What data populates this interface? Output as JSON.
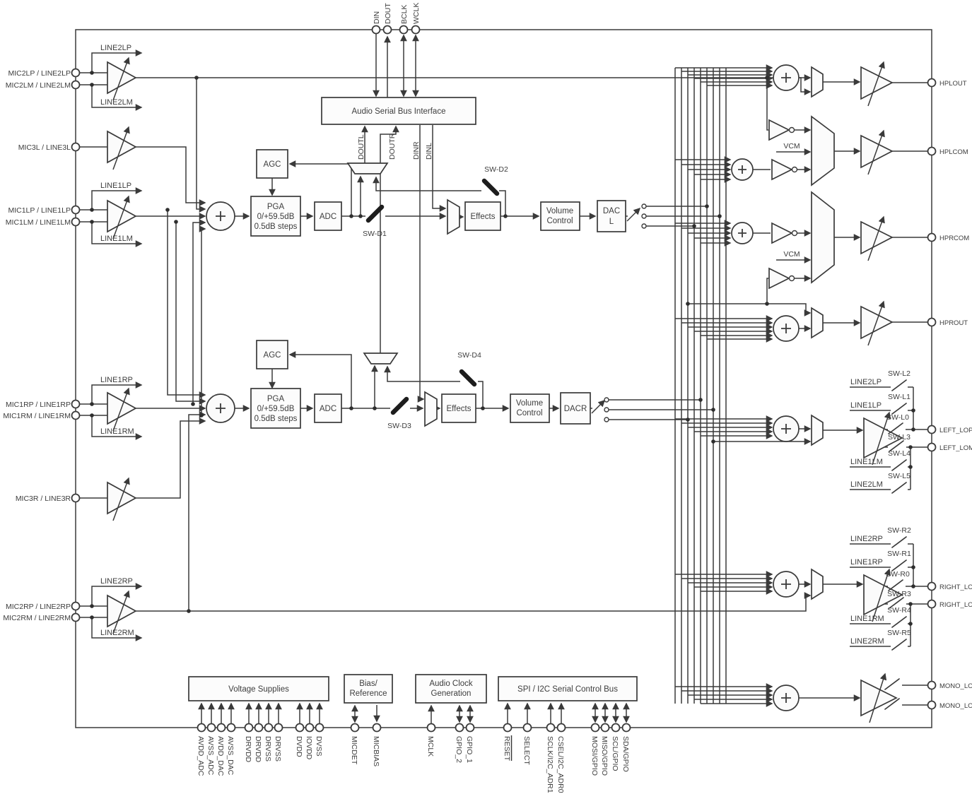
{
  "pins": {
    "top": [
      "DIN",
      "DOUT",
      "BCLK",
      "WCLK"
    ],
    "left": [
      "MIC2LP / LINE2LP",
      "MIC2LM / LINE2LM",
      "MIC3L / LINE3L",
      "MIC1LP / LINE1LP",
      "MIC1LM / LINE1LM",
      "MIC1RP / LINE1RP",
      "MIC1RM / LINE1RM",
      "MIC3R / LINE3R",
      "MIC2RP / LINE2RP",
      "MIC2RM / LINE2RM"
    ],
    "right": [
      "HPLOUT",
      "HPLCOM",
      "HPRCOM",
      "HPROUT",
      "LEFT_LOP",
      "LEFT_LOM",
      "RIGHT_LOP",
      "RIGHT_LOM",
      "MONO_LOP",
      "MONO_LOM"
    ],
    "bottom_supply": [
      "AVDD_ADC",
      "AVSS_ADC",
      "AVDD_DAC",
      "AVSS_DAC",
      "DRVDD",
      "DRVDD",
      "DRVSS",
      "DRVSS",
      "DVDD",
      "IOVDD",
      "DVSS"
    ],
    "bottom_bias": [
      "MICDET",
      "MICBIAS"
    ],
    "bottom_clock": [
      "MCLK",
      "GPIO_2",
      "GPIO_1"
    ],
    "bottom_spi": [
      "RESET",
      "SELECT",
      "SCLK/I2C_ADR1",
      "CSEL/I2C_ADR0",
      "MOSI/GPIO",
      "MISO/GPIO",
      "SCL/GPIO",
      "SDA/GPIO"
    ]
  },
  "blocks": {
    "asbi": "Audio Serial Bus Interface",
    "agc": "AGC",
    "pga_line1": "PGA",
    "pga_line2": "0/+59.5dB",
    "pga_line3": "0.5dB steps",
    "adc": "ADC",
    "effects": "Effects",
    "volume_line1": "Volume",
    "volume_line2": "Control",
    "dac_l_line1": "DAC",
    "dac_l_line2": "L",
    "dac_r": "DACR",
    "supplies": "Voltage Supplies",
    "bias_line1": "Bias/",
    "bias_line2": "Reference",
    "clock_line1": "Audio Clock",
    "clock_line2": "Generation",
    "spi": "SPI / I2C Serial Control Bus"
  },
  "signals": {
    "doutl": "DOUTL",
    "doutr": "DOUTR",
    "dinr": "DINR",
    "dinl": "DINL",
    "vcm": "VCM"
  },
  "switches": {
    "d1": "SW-D1",
    "d2": "SW-D2",
    "d3": "SW-D3",
    "d4": "SW-D4",
    "l": [
      "SW-L2",
      "SW-L1",
      "SW-L0",
      "SW-L3",
      "SW-L4",
      "SW-L5"
    ],
    "r": [
      "SW-R2",
      "SW-R1",
      "SW-R0",
      "SW-R3",
      "SW-R4",
      "SW-R5"
    ]
  },
  "input_branches": [
    "LINE2LP",
    "LINE2LM",
    "LINE1LP",
    "LINE1LM",
    "LINE1RP",
    "LINE1RM",
    "LINE2RP",
    "LINE2RM"
  ],
  "output_taps_left": [
    "LINE2LP",
    "LINE1LP",
    "LINE1LM",
    "LINE2LM"
  ],
  "output_taps_right": [
    "LINE2RP",
    "LINE1RP",
    "LINE1RM",
    "LINE2RM"
  ],
  "colors": {
    "wire": "#3a3a3a",
    "block_fill": "#fcfcfc",
    "background": "#ffffff"
  }
}
